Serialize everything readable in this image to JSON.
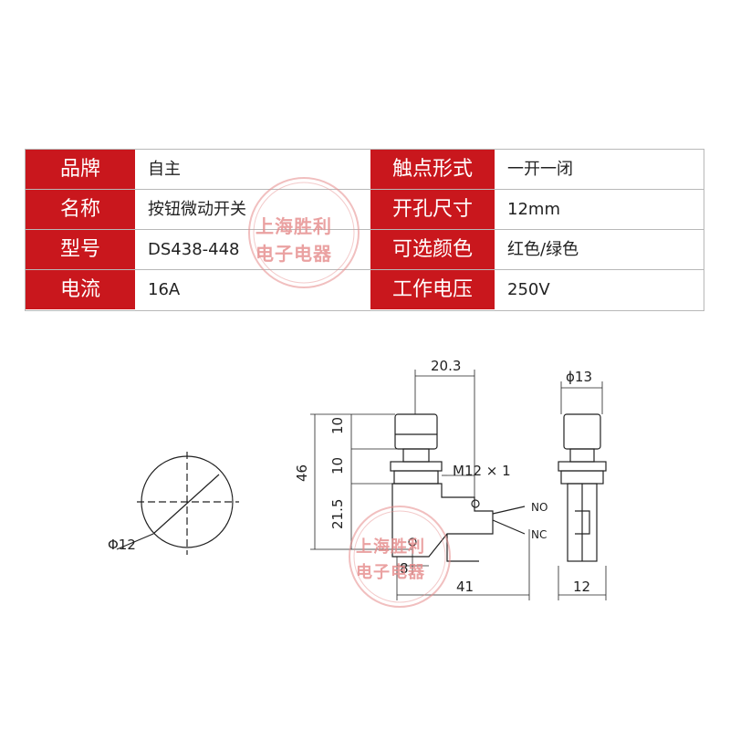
{
  "specs": [
    {
      "label_left": "品牌",
      "value_left": "自主",
      "label_right": "触点形式",
      "value_right": "一开一闭"
    },
    {
      "label_left": "名称",
      "value_left": "按钮微动开关",
      "label_right": "开孔尺寸",
      "value_right": "12mm"
    },
    {
      "label_left": "型号",
      "value_left": "DS438-448",
      "label_right": "可选颜色",
      "value_right": "红色/绿色"
    },
    {
      "label_left": "电流",
      "value_left": "16A",
      "label_right": "工作电压",
      "value_right": "250V"
    }
  ],
  "drawing": {
    "panel_hole_label": "Φ12",
    "dim_width_top": "20.3",
    "dim_cap_height": "10",
    "dim_bushing_height": "10",
    "dim_total_height": "46",
    "dim_body_height": "21.5",
    "thread_label": "M12 × 1",
    "terminal_no": "NO",
    "terminal_nc": "NC",
    "dim_offset": "8",
    "dim_total_length": "41",
    "dim_side_diameter": "ϕ13",
    "dim_side_width": "12"
  },
  "watermark": {
    "line1": "上海胜利",
    "line2": "电子电器"
  },
  "colors": {
    "header_red": "#c9171d",
    "watermark_red": "#e58a8a"
  }
}
